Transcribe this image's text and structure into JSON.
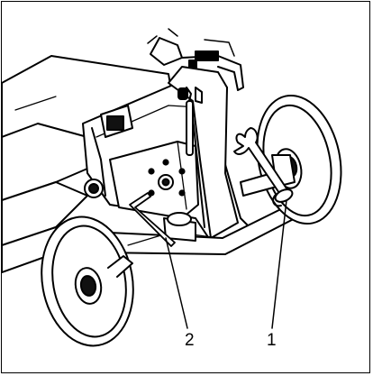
{
  "callouts": {
    "one": "1",
    "two": "2"
  },
  "colors": {
    "line": "#000000",
    "fill": "#ffffff",
    "dark": "#1a1a1a",
    "light_gray": "#cfcfcf"
  },
  "icons": {
    "mower": "lawn-mower-drawing",
    "spanner": "open-end-wrench-drawing",
    "hex_key": "allen-key-drawing"
  }
}
